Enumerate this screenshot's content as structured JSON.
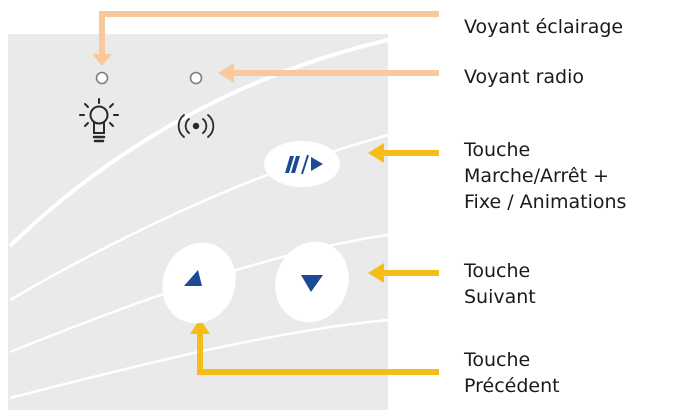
{
  "labels": {
    "lighting_indicator": "Voyant éclairage",
    "radio_indicator": "Voyant radio",
    "power_button_line1": "Touche",
    "power_button_line2": "Marche/Arrêt +",
    "power_button_line3": "Fixe / Animations",
    "next_button_line1": "Touche",
    "next_button_line2": "Suivant",
    "previous_button_line1": "Touche",
    "previous_button_line2": "Précédent"
  },
  "icons": {
    "lighting": "lightbulb-icon",
    "radio": "radio-waves-icon",
    "play_pause": "pause-play-icon",
    "previous": "triangle-up-icon",
    "next": "triangle-down-icon"
  },
  "colors": {
    "panel": "#eaeaea",
    "panel_curves": "#ffffff",
    "button_face": "#ffffff",
    "button_glyph": "#1d4a95",
    "leader_light": "#f8c99a",
    "leader_strong": "#f6bd16",
    "led": "#7f7f7f",
    "text": "#1a1a1a"
  }
}
